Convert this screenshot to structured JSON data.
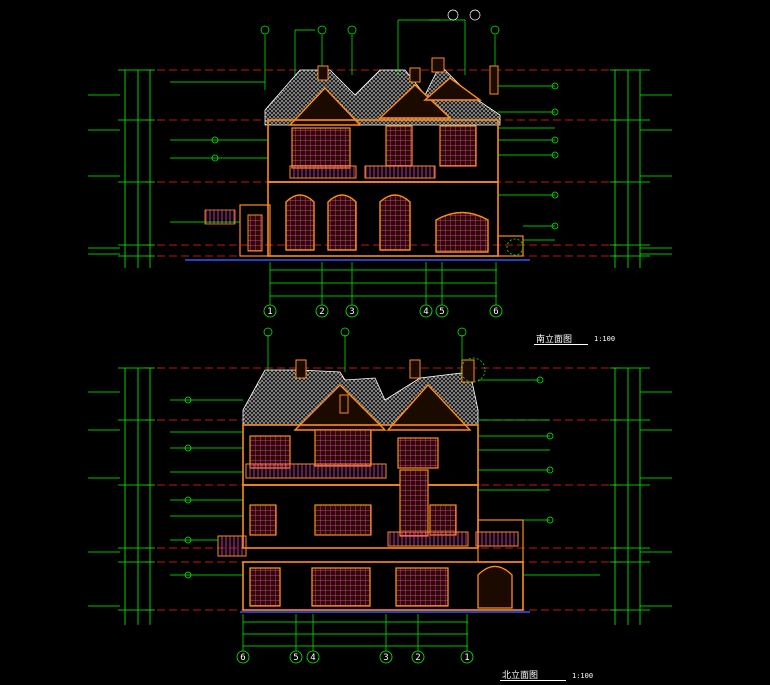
{
  "drawings": {
    "south_elevation": {
      "title": "南立面图",
      "scale": "1:100",
      "axis_labels": [
        "1",
        "2",
        "3",
        "4",
        "5",
        "6"
      ]
    },
    "north_elevation": {
      "title": "北立面图",
      "scale": "1:100",
      "axis_labels": [
        "6",
        "5",
        "4",
        "3",
        "2",
        "1"
      ]
    }
  },
  "colors": {
    "background": "#000000",
    "wall": "#ff8c1a",
    "window": "#ff3bd4",
    "dimension": "#00ff00",
    "level_line": "#ff2020",
    "roof": "#d8d8d8",
    "accent": "#ffff00",
    "blue": "#3355ff"
  }
}
